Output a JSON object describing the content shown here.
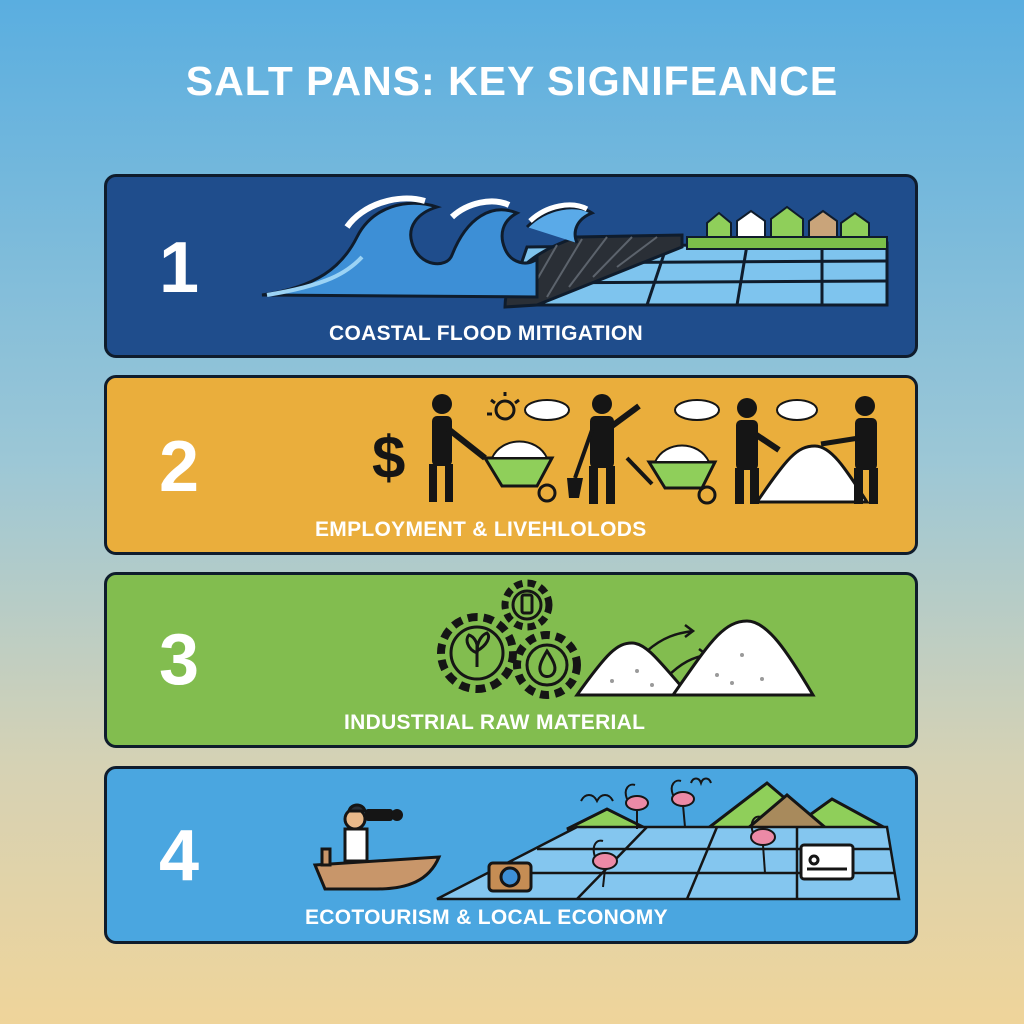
{
  "title": "SALT PANS: KEY SIGNIFEANCE",
  "colors": {
    "panel_1": "#1f4d8c",
    "panel_2": "#eaae3c",
    "panel_3": "#82bd4f",
    "panel_4": "#4aa6e0",
    "outline": "#0f1c2c"
  },
  "panels": [
    {
      "number": "1",
      "label": "COASTAL FLOOD MITIGATION",
      "icons": [
        "tidal-wave-icon",
        "sea-wall-icon",
        "salt-pan-grid-icon",
        "village-houses-icon"
      ]
    },
    {
      "number": "2",
      "label": "EMPLOYMENT & LIVEHLOLODS",
      "icons": [
        "dollar-icon",
        "worker-icon",
        "wheelbarrow-icon",
        "sun-icon",
        "cloud-icon",
        "shovel-icon",
        "salt-pile-icon"
      ]
    },
    {
      "number": "3",
      "label": "INDUSTRIAL RAW MATERIAL",
      "icons": [
        "gear-leaf-icon",
        "gear-bottle-icon",
        "gear-drop-icon",
        "arrow-icon",
        "salt-pile-icon"
      ]
    },
    {
      "number": "4",
      "label": "ECOTOURISM & LOCAL ECONOMY",
      "icons": [
        "boat-icon",
        "binoculars-icon",
        "flamingo-icon",
        "mountains-icon",
        "camera-icon",
        "bed-icon"
      ]
    }
  ]
}
